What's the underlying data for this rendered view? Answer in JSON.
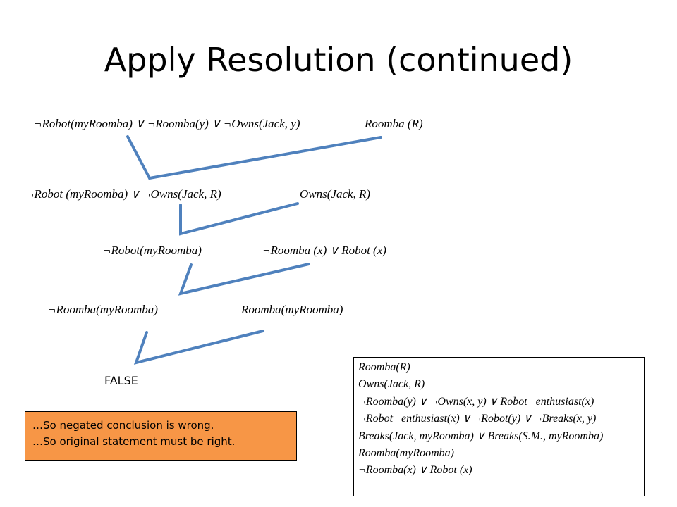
{
  "title": "Apply Resolution (continued)",
  "colors": {
    "connector": "#4F81BD",
    "note_background": "#F79646"
  },
  "steps": [
    {
      "left": "¬Robot(myRoomba) ∨ ¬Roomba(y) ∨ ¬Owns(Jack, y)",
      "right": "Roomba (R)"
    },
    {
      "left": "¬Robot (myRoomba) ∨ ¬Owns(Jack, R)",
      "right": "Owns(Jack, R)"
    },
    {
      "left": "¬Robot(myRoomba)",
      "right": "¬Roomba (x) ∨ Robot (x)"
    },
    {
      "left": "¬Roomba(myRoomba)",
      "right": "Roomba(myRoomba)"
    }
  ],
  "result": "FALSE",
  "note": {
    "line1": "…So negated conclusion is wrong.",
    "line2": "…So original statement must be right."
  },
  "knowledge_base": [
    "Roomba(R)",
    "Owns(Jack, R)",
    "¬Roomba(y) ∨ ¬Owns(x, y) ∨ Robot _enthusiast(x)",
    "¬Robot _enthusiast(x) ∨ ¬Robot(y) ∨ ¬Breaks(x, y)",
    "Breaks(Jack, myRoomba) ∨ Breaks(S.M., myRoomba)",
    "Roomba(myRoomba)",
    "¬Roomba(x) ∨ Robot (x)"
  ]
}
